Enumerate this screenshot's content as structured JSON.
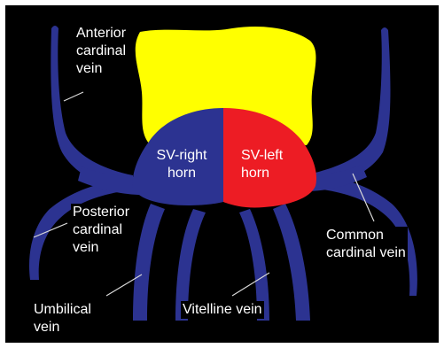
{
  "colors": {
    "background": "#000000",
    "vein_blue": "#2c3391",
    "atrium_yellow": "#ffff00",
    "sv_right_blue": "#2c3391",
    "sv_left_red": "#ed1c24",
    "label_text": "#ffffff",
    "leader_line": "#d9d9d9"
  },
  "labels": {
    "anterior_cardinal_vein": "Anterior\ncardinal\nvein",
    "posterior_cardinal_vein": "Posterior\ncardinal\nvein",
    "common_cardinal_vein": "Common\ncardinal vein",
    "umbilical_vein": "Umbilical\nvein",
    "vitelline_vein": "Vitelline vein",
    "sv_right_horn": "SV-right\nhorn",
    "sv_left_horn": "SV-left\nhorn"
  }
}
